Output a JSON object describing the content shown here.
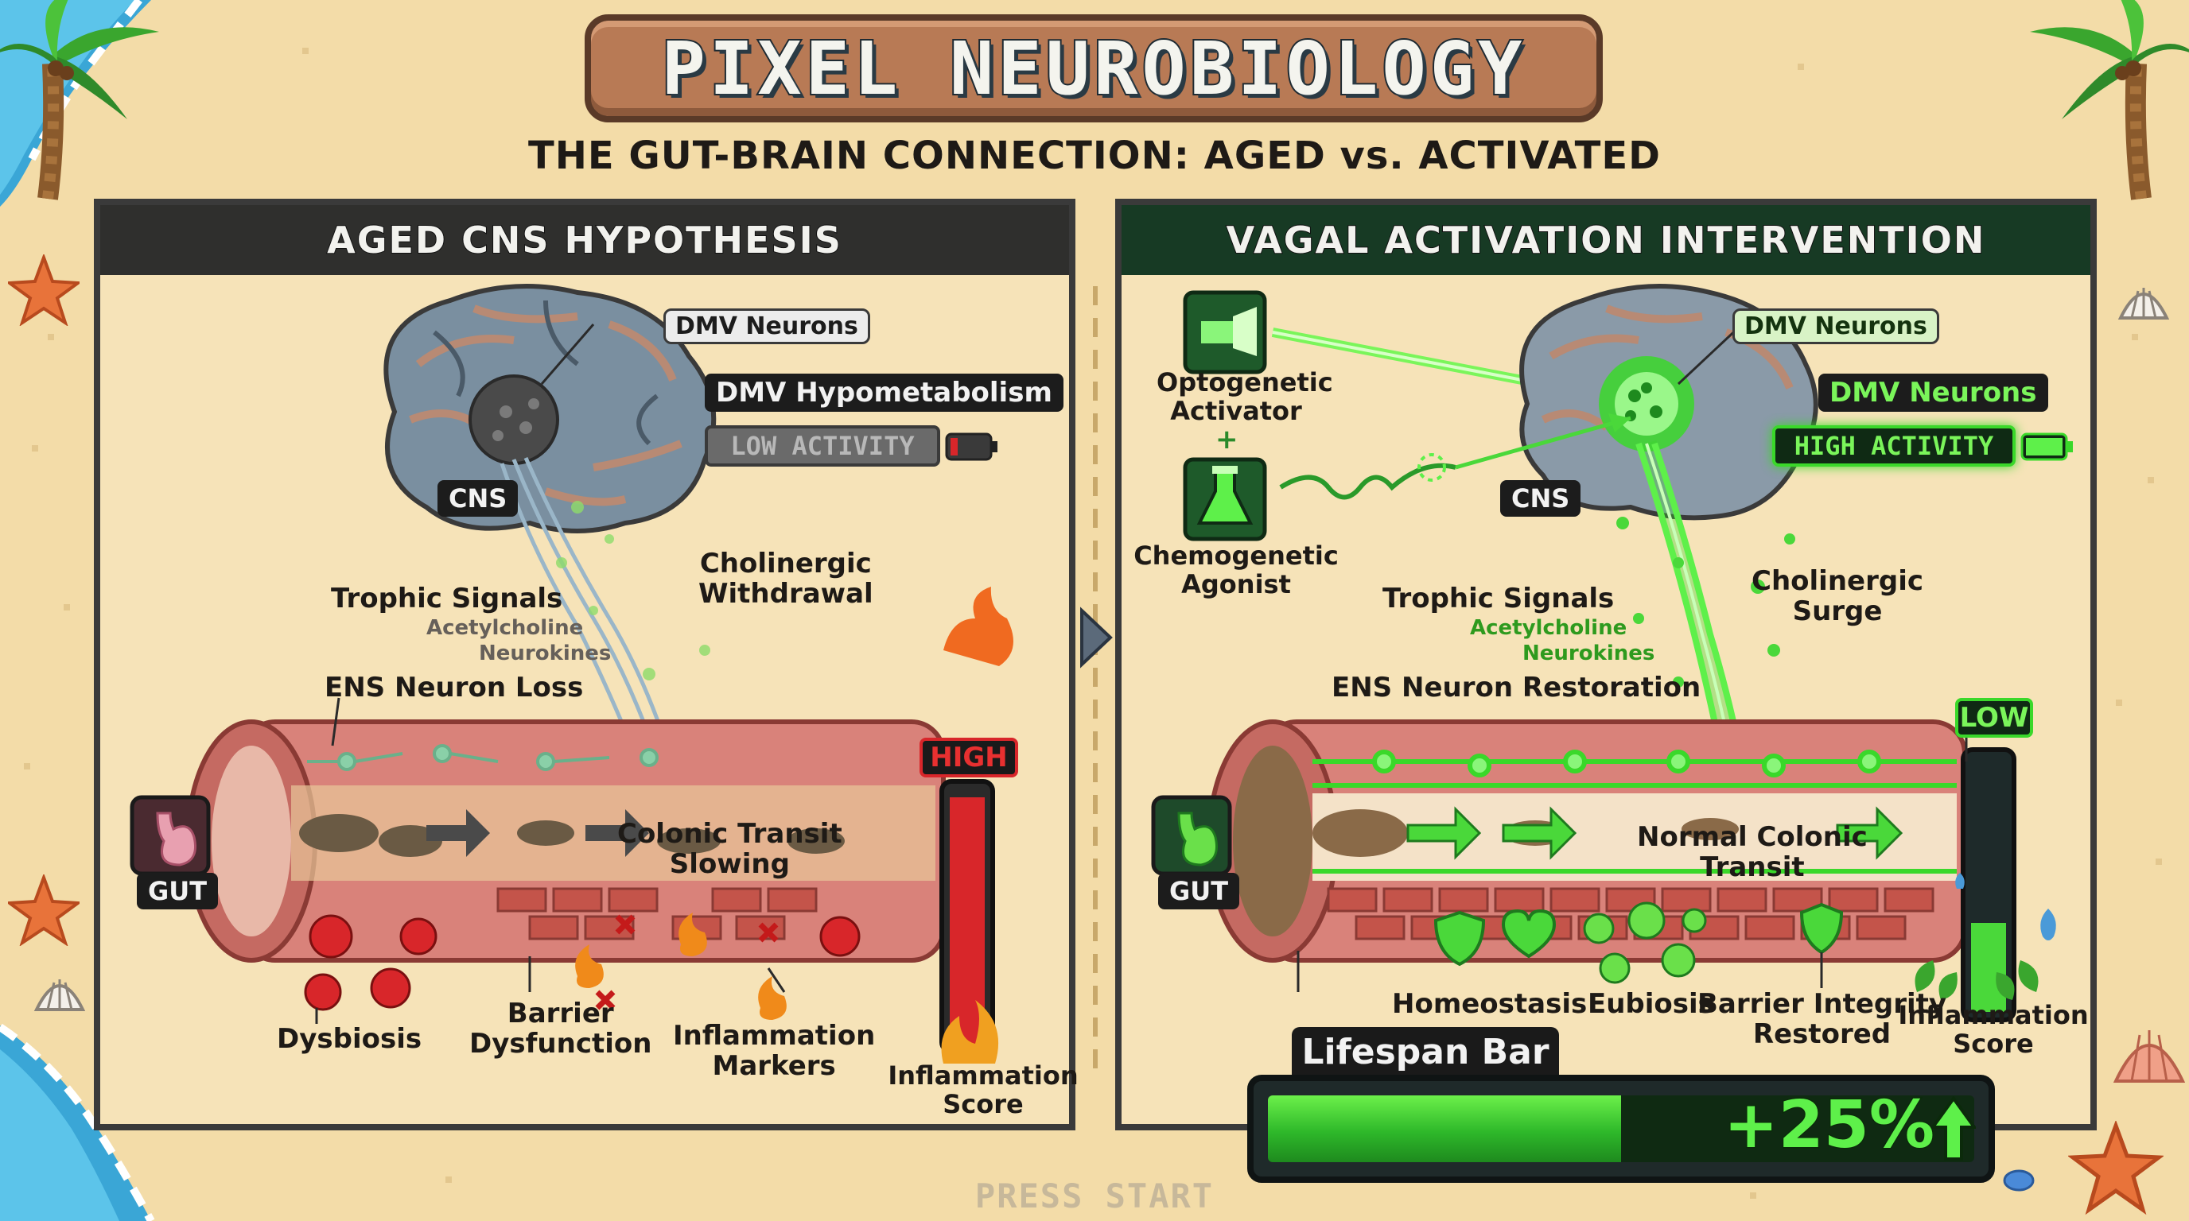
{
  "title": "PIXEL NEUROBIOLOGY",
  "subtitle": "THE GUT-BRAIN CONNECTION: AGED vs. ACTIVATED",
  "footer": "PRESS START",
  "colors": {
    "sand": "#f3dca8",
    "panel": "#f6e3b8",
    "header_aged": "#2f2f2d",
    "header_activated": "#173a24",
    "neon_green": "#39e22a",
    "danger_red": "#d8262a",
    "intestine": "#d9827a"
  },
  "icons": [
    "stomach-icon",
    "flame-icon",
    "heart-icon",
    "shield-icon",
    "bacteria-icon",
    "flashlight-icon",
    "flask-icon",
    "battery-icon",
    "arrow-icon",
    "water-drop-icon",
    "leaf-icon",
    "palm-tree-icon",
    "starfish-icon",
    "seashell-icon"
  ],
  "left": {
    "header": "AGED CNS HYPOTHESIS",
    "dmv_label": "DMV Neurons",
    "cns_label": "CNS",
    "state_label": "DMV Hypometabolism",
    "activity_label": "LOW ACTIVITY",
    "activity_battery_level": 0.2,
    "trophic_signals": "Trophic Signals",
    "acetylcholine": "Acetylcholine",
    "neurokines": "Neurokines",
    "cholinergic": [
      "Cholinergic",
      "Withdrawal"
    ],
    "ens_label": "ENS Neuron Loss",
    "gut_label": "GUT",
    "transit": [
      "Colonic Transit",
      "Slowing"
    ],
    "dysbiosis": "Dysbiosis",
    "barrier": [
      "Barrier",
      "Dysfunction"
    ],
    "inflammation_markers": [
      "Inflammation",
      "Markers"
    ],
    "meter_tag": "HIGH",
    "meter_level": 0.97,
    "meter_label": [
      "Inflammation",
      "Score"
    ]
  },
  "right": {
    "header": "VAGAL ACTIVATION INTERVENTION",
    "dmv_label": "DMV Neurons",
    "cns_label": "CNS",
    "state_label": "DMV Neurons",
    "activity_label": "HIGH ACTIVITY",
    "activity_battery_level": 1.0,
    "optogenetic": [
      "Optogenetic",
      "Activator"
    ],
    "plus": "+",
    "chemogenetic": [
      "Chemogenetic",
      "Agonist"
    ],
    "trophic_signals": "Trophic Signals",
    "acetylcholine": "Acetylcholine",
    "neurokines": "Neurokines",
    "cholinergic": [
      "Cholinergic",
      "Surge"
    ],
    "ens_label": "ENS Neuron Restoration",
    "gut_label": "GUT",
    "transit": [
      "Normal Colonic",
      "Transit"
    ],
    "homeostasis": "Homeostasis",
    "eubiosis": "Eubiosis",
    "barrier": [
      "Barrier Integrity",
      "Restored"
    ],
    "meter_tag": "LOW",
    "meter_level": 0.35,
    "meter_label": [
      "Inflammation",
      "Score"
    ]
  },
  "lifespan": {
    "title": "Lifespan Bar",
    "value": "+25%",
    "fill_level": 0.5
  }
}
